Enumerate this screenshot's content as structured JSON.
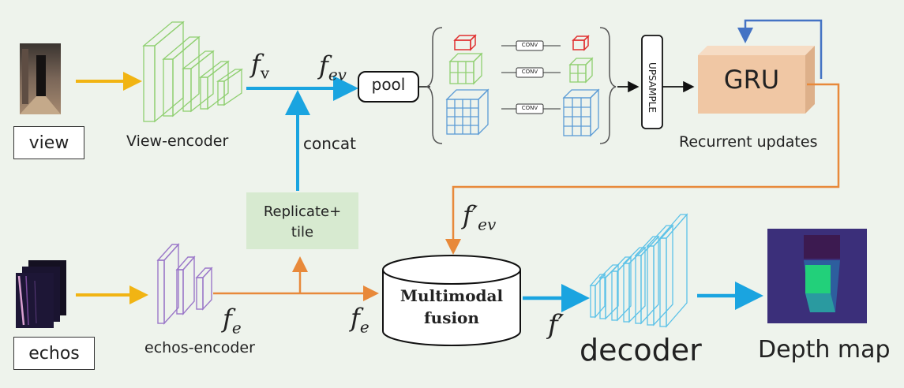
{
  "inputs": {
    "view_label": "view",
    "echos_label": "echos"
  },
  "encoders": {
    "view_encoder": "View-encoder",
    "echos_encoder": "echos-encoder"
  },
  "features": {
    "f_v_main": "f",
    "f_v_sub": "v",
    "f_ev_main": "f",
    "f_ev_sub": "ev",
    "f_e_main": "f",
    "f_e_sub": "e",
    "f_e2_main": "f",
    "f_e2_sub": "e",
    "f_prime_ev_main": "f′",
    "f_prime_ev_sub": "ev",
    "f_prime": "f′"
  },
  "ops": {
    "concat": "concat",
    "replicate_line1": "Replicate+",
    "replicate_line2": "tile",
    "pool": "pool",
    "conv": "CONV",
    "upsample": "UPSAMPLE",
    "gru": "GRU",
    "recurrent_updates": "Recurrent updates",
    "fusion_line1": "Multimodal",
    "fusion_line2": "fusion",
    "decoder": "decoder",
    "depth_map": "Depth map"
  },
  "colors": {
    "background": "#eef3ec",
    "blue_arrow": "#1aa4e0",
    "orange_arrow": "#e8893a",
    "yellow_arrow": "#f1b413",
    "gru_fill": "#f0c7a4",
    "view_encoder": "#8fcf70",
    "echos_encoder": "#9b78c9",
    "decoder": "#5cc2e8",
    "replicate_fill": "#d7ead0",
    "feedback_arrow": "#4473c4"
  }
}
